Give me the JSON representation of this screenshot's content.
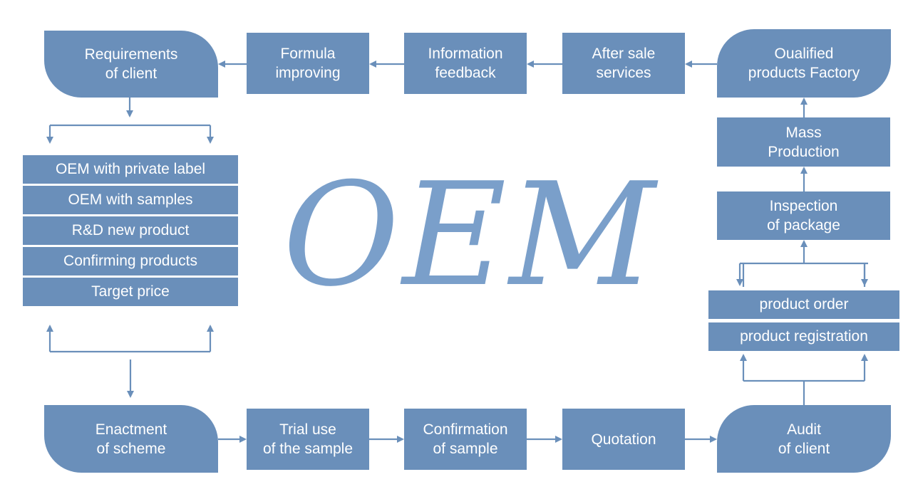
{
  "title": "OEM",
  "top_row": {
    "requirements": "Requirements\nof client",
    "formula": "Formula\nimproving",
    "information": "Information\nfeedback",
    "after_sale": "After sale\nservices",
    "qualified": "Oualified\nproducts Factory"
  },
  "left_stack": [
    "OEM with private label",
    "OEM with samples",
    "R&D new product",
    "Confirming products",
    "Target price"
  ],
  "right_column": {
    "mass_production": "Mass\nProduction",
    "inspection": "Inspection\nof package",
    "product_order": "product order",
    "product_registration": "product registration"
  },
  "bottom_row": {
    "enactment": "Enactment\nof scheme",
    "trial": "Trial use\nof the sample",
    "confirmation": "Confirmation\nof sample",
    "quotation": "Quotation",
    "audit": "Audit\nof client"
  },
  "colors": {
    "box": "#6a8fba",
    "arrow": "#6a8fba",
    "title": "#7a9fca"
  }
}
